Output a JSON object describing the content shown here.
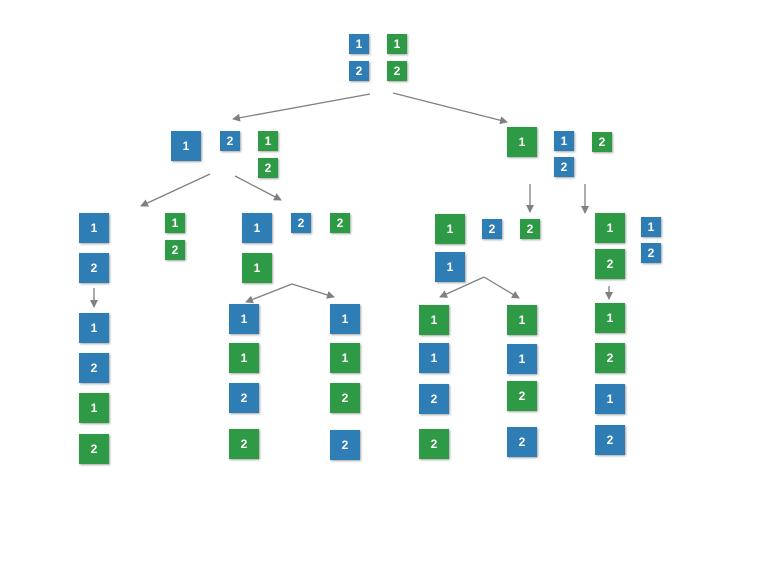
{
  "colors": {
    "blue": "#2f7db5",
    "green": "#2f9a45",
    "arrow": "#808080"
  },
  "tiles": [
    {
      "label": "1",
      "color": "blue"
    },
    {
      "label": "1",
      "color": "green"
    },
    {
      "label": "2",
      "color": "blue"
    },
    {
      "label": "2",
      "color": "green"
    },
    {
      "label": "1",
      "color": "blue"
    },
    {
      "label": "2",
      "color": "blue"
    },
    {
      "label": "1",
      "color": "green"
    },
    {
      "label": "2",
      "color": "green"
    },
    {
      "label": "1",
      "color": "green"
    },
    {
      "label": "1",
      "color": "blue"
    },
    {
      "label": "2",
      "color": "blue"
    },
    {
      "label": "2",
      "color": "green"
    },
    {
      "label": "1",
      "color": "blue"
    },
    {
      "label": "2",
      "color": "blue"
    },
    {
      "label": "1",
      "color": "green"
    },
    {
      "label": "2",
      "color": "green"
    },
    {
      "label": "1",
      "color": "blue"
    },
    {
      "label": "2",
      "color": "blue"
    },
    {
      "label": "1",
      "color": "green"
    },
    {
      "label": "2",
      "color": "green"
    },
    {
      "label": "1",
      "color": "blue"
    },
    {
      "label": "2",
      "color": "blue"
    },
    {
      "label": "2",
      "color": "green"
    },
    {
      "label": "1",
      "color": "green"
    },
    {
      "label": "1",
      "color": "blue"
    },
    {
      "label": "1",
      "color": "green"
    },
    {
      "label": "2",
      "color": "blue"
    },
    {
      "label": "2",
      "color": "green"
    },
    {
      "label": "1",
      "color": "blue"
    },
    {
      "label": "1",
      "color": "green"
    },
    {
      "label": "2",
      "color": "green"
    },
    {
      "label": "2",
      "color": "blue"
    },
    {
      "label": "1",
      "color": "green"
    },
    {
      "label": "2",
      "color": "blue"
    },
    {
      "label": "2",
      "color": "green"
    },
    {
      "label": "1",
      "color": "blue"
    },
    {
      "label": "1",
      "color": "green"
    },
    {
      "label": "1",
      "color": "blue"
    },
    {
      "label": "2",
      "color": "blue"
    },
    {
      "label": "2",
      "color": "green"
    },
    {
      "label": "1",
      "color": "green"
    },
    {
      "label": "1",
      "color": "blue"
    },
    {
      "label": "2",
      "color": "green"
    },
    {
      "label": "2",
      "color": "blue"
    },
    {
      "label": "1",
      "color": "green"
    },
    {
      "label": "2",
      "color": "green"
    },
    {
      "label": "1",
      "color": "blue"
    },
    {
      "label": "2",
      "color": "blue"
    },
    {
      "label": "1",
      "color": "green"
    },
    {
      "label": "2",
      "color": "green"
    },
    {
      "label": "1",
      "color": "blue"
    },
    {
      "label": "2",
      "color": "blue"
    }
  ]
}
